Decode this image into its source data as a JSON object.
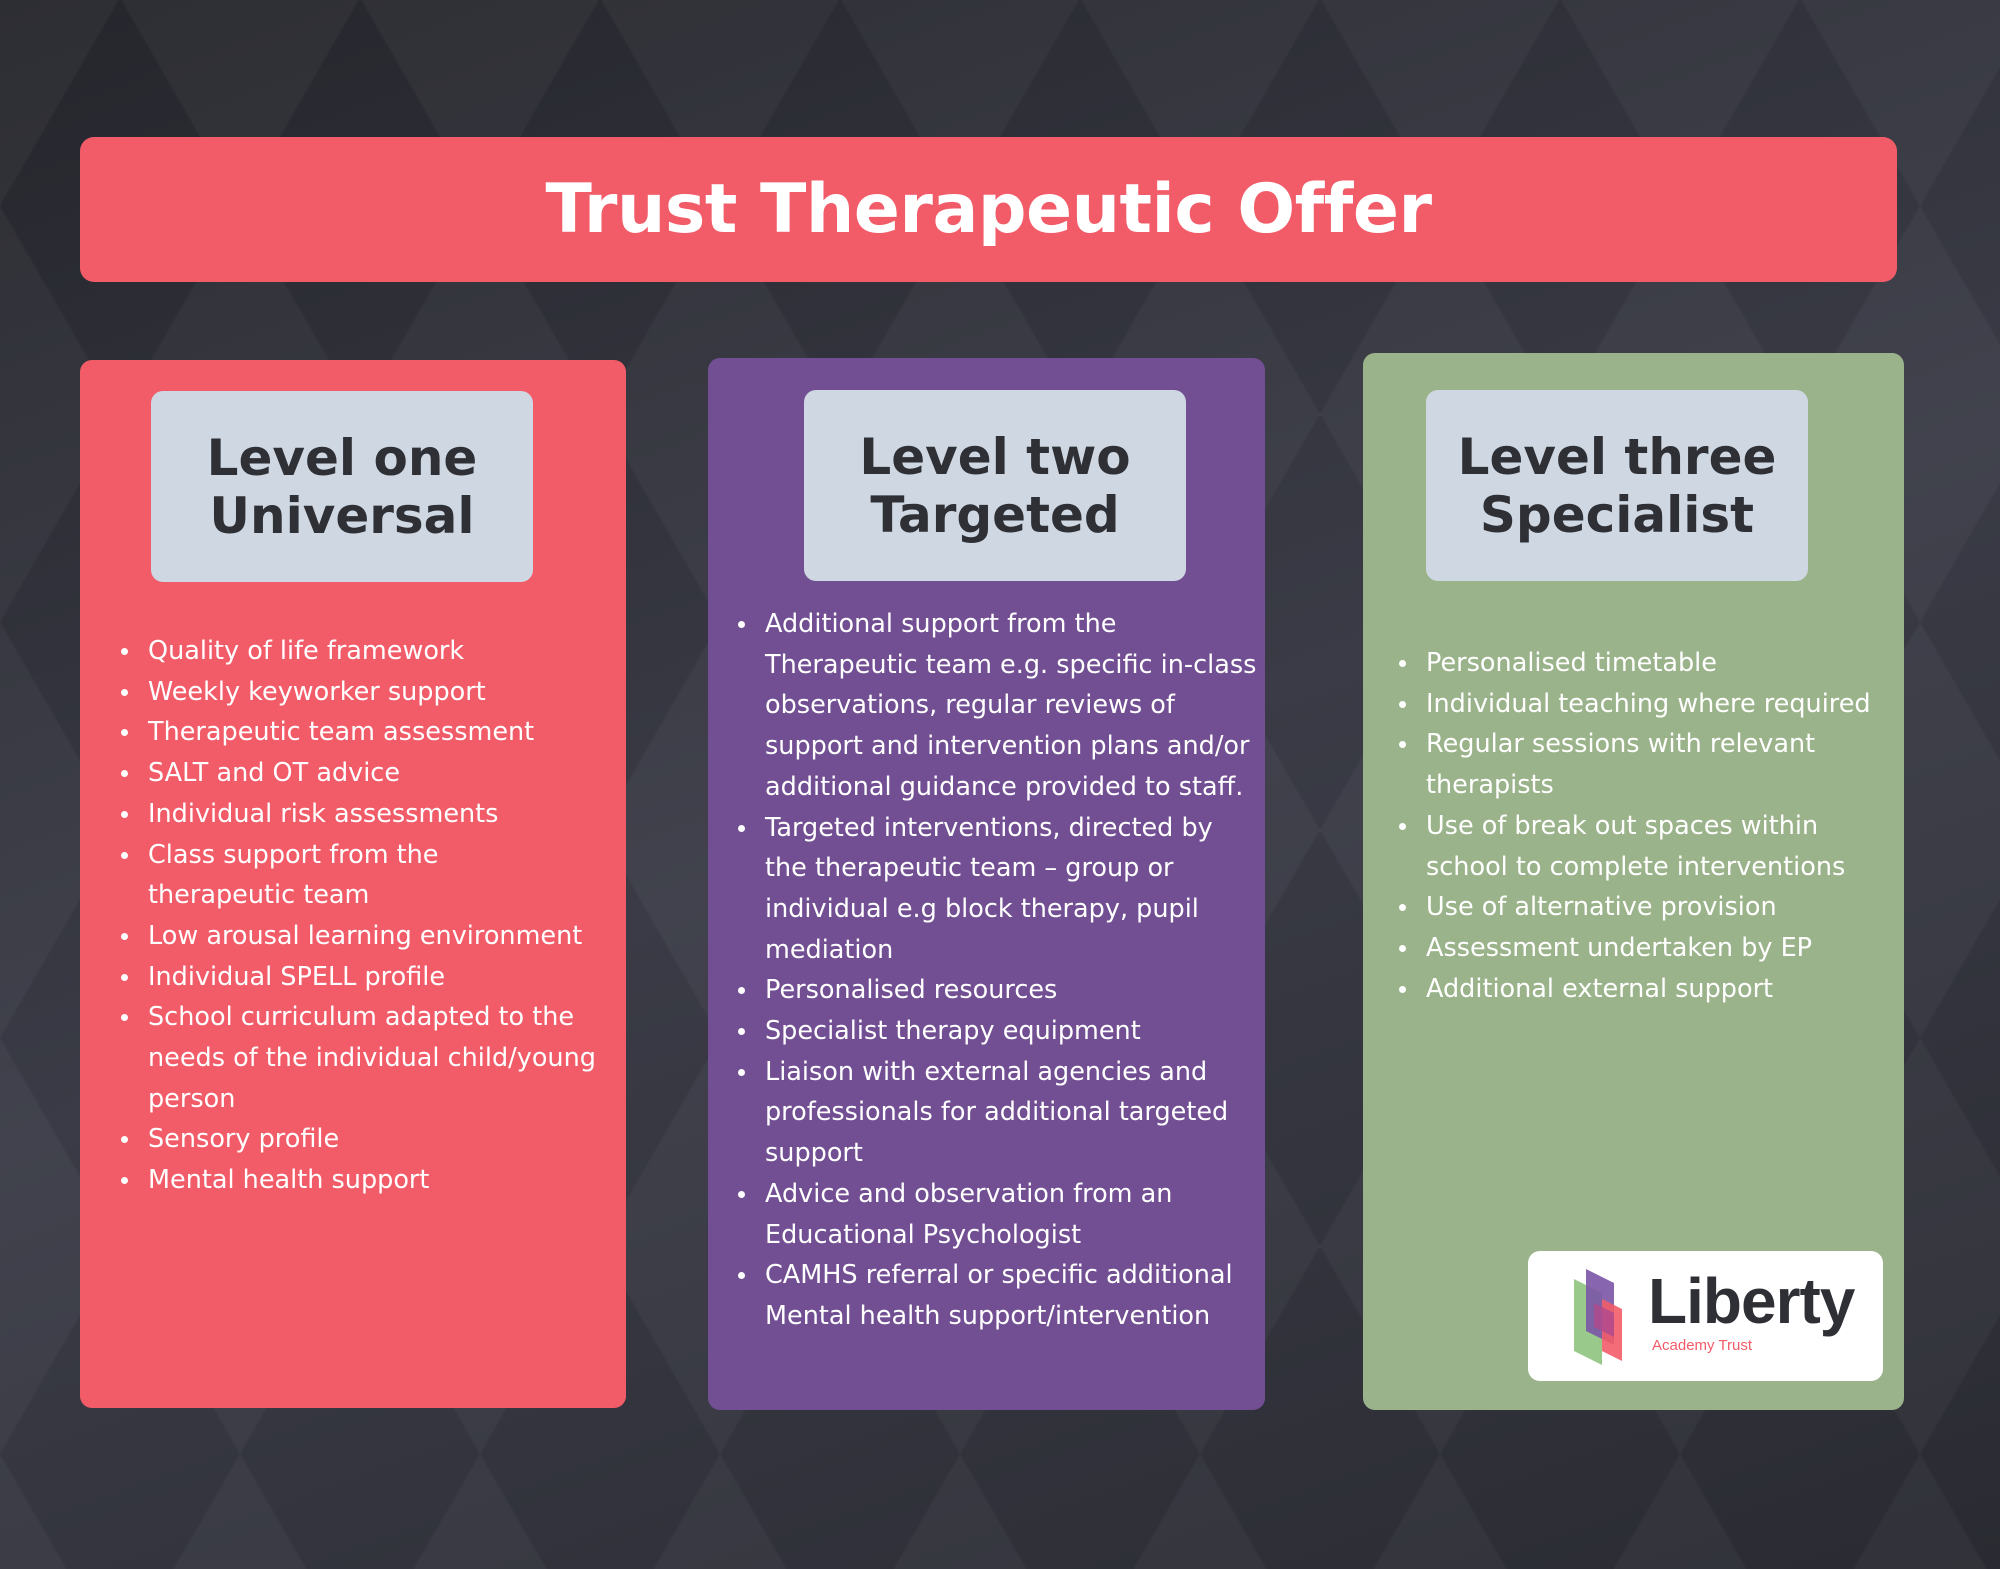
{
  "title": "Trust Therapeutic Offer",
  "levels": [
    {
      "heading_line1": "Level one",
      "heading_line2": "Universal",
      "items": [
        "Quality of life framework",
        "Weekly keyworker support",
        "Therapeutic team assessment",
        "SALT and OT advice",
        "Individual risk assessments",
        "Class support from the therapeutic team",
        "Low arousal learning environment",
        "Individual SPELL profile",
        "School curriculum adapted to the needs of the individual child/young person",
        "Sensory profile",
        "Mental health support"
      ]
    },
    {
      "heading_line1": "Level two",
      "heading_line2": "Targeted",
      "items": [
        "Additional support from the Therapeutic team e.g. specific in-class observations, regular reviews of support and intervention plans and/or additional guidance provided to staff.",
        "Targeted interventions, directed by the therapeutic team – group or individual e.g block therapy, pupil mediation",
        "Personalised resources",
        "Specialist therapy equipment",
        "Liaison with external agencies and professionals for additional targeted support",
        "Advice and observation from an Educational Psychologist",
        "CAMHS referral or specific additional Mental health support/intervention"
      ]
    },
    {
      "heading_line1": "Level three",
      "heading_line2": "Specialist",
      "items": [
        "Personalised timetable",
        "Individual teaching where required",
        "Regular sessions with relevant therapists",
        "Use of break out spaces within school to complete interventions",
        "Use of alternative provision",
        "Assessment undertaken by EP",
        "Additional external support"
      ]
    }
  ],
  "logo": {
    "name": "Liberty",
    "subtitle": "Academy Trust"
  },
  "colors": {
    "level_one": "#f25c69",
    "level_two": "#724f93",
    "level_three": "#9bb38a",
    "heading_box": "#cfd8e2"
  }
}
